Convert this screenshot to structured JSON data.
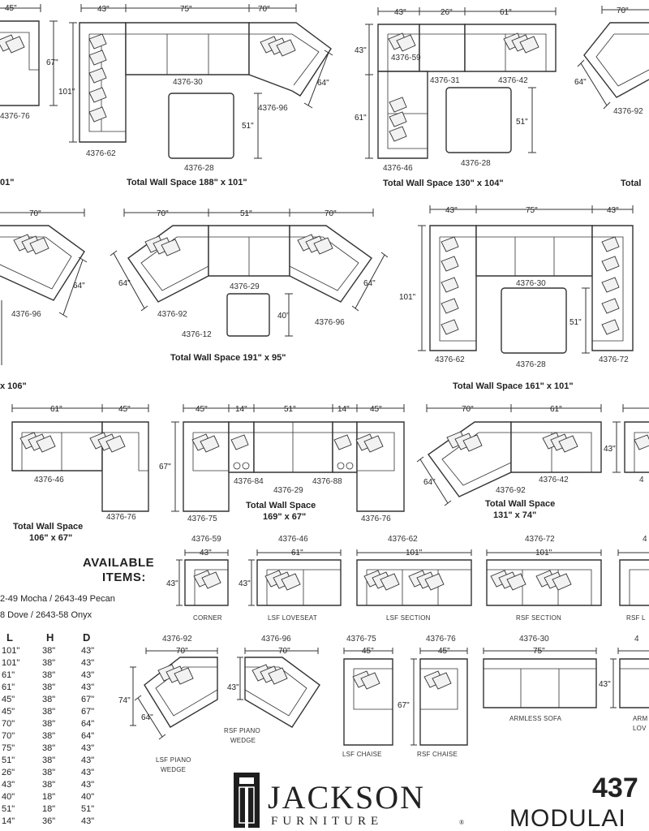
{
  "dims": {
    "d45": "45\"",
    "d43": "43\"",
    "d75": "75\"",
    "d70": "70\"",
    "d26": "26\"",
    "d61": "61\"",
    "d67": "67\"",
    "d101": "101\"",
    "d64": "64\"",
    "d51": "51\"",
    "d40": "40\"",
    "d14": "14\"",
    "d74": "74\""
  },
  "codes": {
    "c76": "4376-76",
    "c30": "4376-30",
    "c62": "4376-62",
    "c96": "4376-96",
    "c28": "4376-28",
    "c59": "4376-59",
    "c31": "4376-31",
    "c42": "4376-42",
    "c46": "4376-46",
    "c92_cut": "4376-92",
    "c92": "4376-92",
    "c29": "4376-29",
    "c12": "4376-12",
    "c72": "4376-72",
    "c84": "4376-84",
    "c88": "4376-88",
    "c75": "4376-75"
  },
  "wall_space": {
    "w1": "Total Wall Space 188\" x 101\"",
    "w2": "Total Wall Space 130\" x 104\"",
    "w3": "Total",
    "w4": "Total Wall Space 191\" x 95\"",
    "w5": "Total Wall Space 161\" x 101\"",
    "cut_left1": "01\"",
    "cut_left2": "x 106\"",
    "w6a": "Total Wall Space",
    "w6b": "106\" x 67\"",
    "w7a": "Total Wall Space",
    "w7b": "169\" x 67\"",
    "w8a": "Total Wall Space",
    "w8b": "131\" x 74\""
  },
  "available": {
    "title_line1": "AVAILABLE",
    "title_line2": "ITEMS:",
    "colors_line1": "2-49 Mocha / 2643-49 Pecan",
    "colors_line2": "8 Dove / 2643-58 Onyx"
  },
  "items": [
    {
      "code": "4376-59",
      "label": "CORNER",
      "dim": "43\"",
      "side": "43\""
    },
    {
      "code": "4376-46",
      "label": "LSF LOVESEAT",
      "dim": "61\"",
      "side": "43\""
    },
    {
      "code": "4376-62",
      "label": "LSF SECTION",
      "dim": "101\""
    },
    {
      "code": "4376-72",
      "label": "RSF SECTION",
      "dim": "101\""
    },
    {
      "code": "4",
      "label": "RSF L"
    },
    {
      "code": "4376-92",
      "label_line1": "LSF PIANO",
      "label_line2": "WEDGE",
      "dim": "70\"",
      "side1": "74\"",
      "side2": "64\""
    },
    {
      "code": "4376-96",
      "label_line1": "RSF PIANO",
      "label_line2": "WEDGE",
      "dim": "70\"",
      "side": "43\""
    },
    {
      "code": "4376-75",
      "label": "LSF CHAISE",
      "dim": "45\""
    },
    {
      "code": "4376-76",
      "label": "RSF CHAISE",
      "dim": "45\"",
      "side": "67\""
    },
    {
      "code": "4376-30",
      "label": "ARMLESS SOFA",
      "dim": "75\"",
      "side": "43\""
    },
    {
      "code": "4",
      "label_line1": "ARM",
      "label_line2": "LOV"
    }
  ],
  "spec_table": {
    "headers": [
      "L",
      "H",
      "D"
    ],
    "rows": [
      [
        "101\"",
        "38\"",
        "43\""
      ],
      [
        "101\"",
        "38\"",
        "43\""
      ],
      [
        "61\"",
        "38\"",
        "43\""
      ],
      [
        "61\"",
        "38\"",
        "43\""
      ],
      [
        "45\"",
        "38\"",
        "67\""
      ],
      [
        "45\"",
        "38\"",
        "67\""
      ],
      [
        "70\"",
        "38\"",
        "64\""
      ],
      [
        "70\"",
        "38\"",
        "64\""
      ],
      [
        "75\"",
        "38\"",
        "43\""
      ],
      [
        "51\"",
        "38\"",
        "43\""
      ],
      [
        "26\"",
        "38\"",
        "43\""
      ],
      [
        "43\"",
        "38\"",
        "43\""
      ],
      [
        "40\"",
        "18\"",
        "40\""
      ],
      [
        "51\"",
        "18\"",
        "51\""
      ],
      [
        "14\"",
        "36\"",
        "43\""
      ]
    ]
  },
  "brand": {
    "name_big": "JACKSON",
    "name_small": "FURNITURE",
    "reg": "®",
    "model_number": "437",
    "model_word": "MODULAI"
  }
}
